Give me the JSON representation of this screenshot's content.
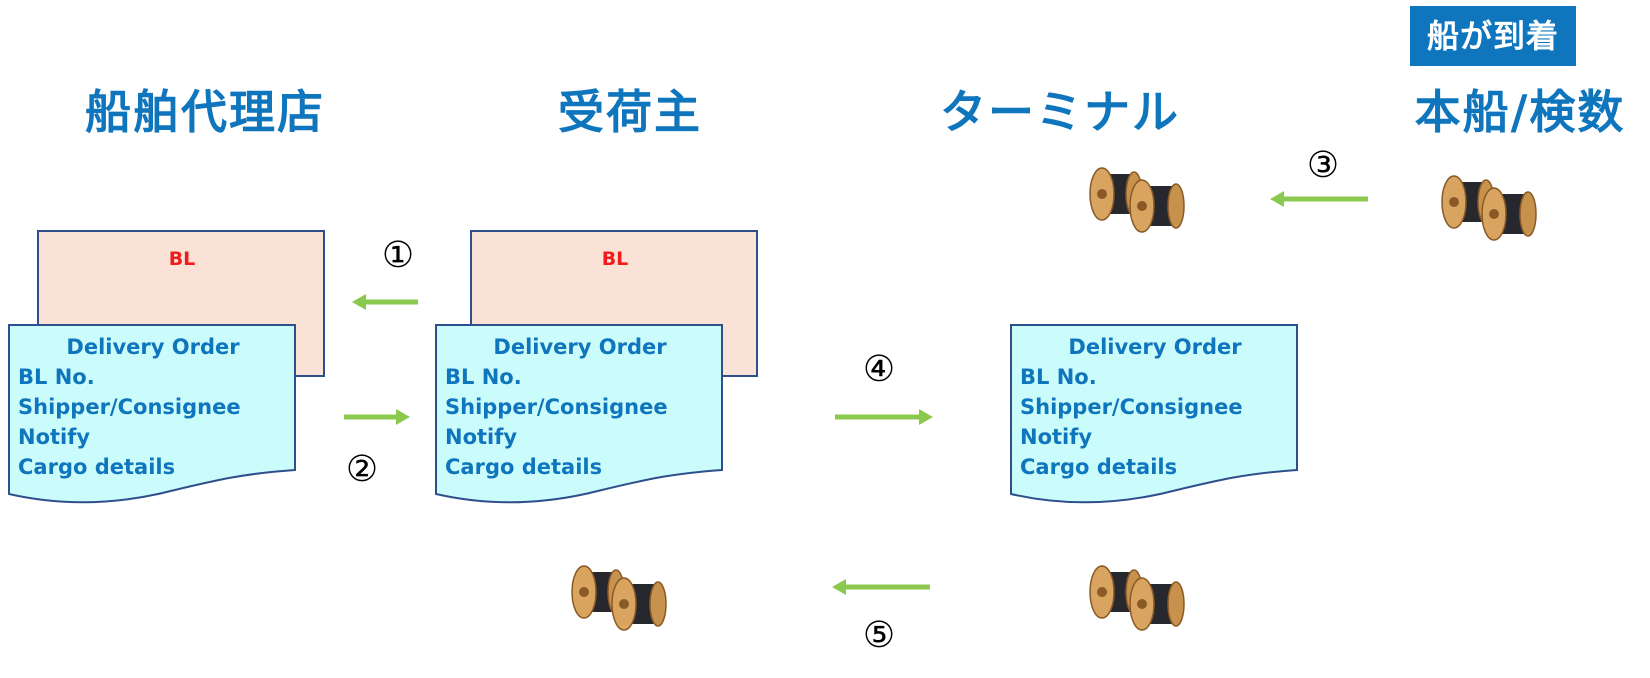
{
  "headers": {
    "agent": "船舶代理店",
    "consignee": "受荷主",
    "terminal": "ターミナル",
    "vessel": "本船/検数"
  },
  "arrival_badge": "船が到着",
  "bl_label": "BL",
  "delivery_order": {
    "title": "Delivery Order",
    "lines": [
      "BL No.",
      "Shipper/Consignee",
      "Notify",
      "Cargo details"
    ]
  },
  "steps": [
    "①",
    "②",
    "③",
    "④",
    "⑤"
  ],
  "colors": {
    "heading": "#0f75bc",
    "bl_fill": "#fae3d6",
    "do_fill": "#cbfcfc",
    "doc_border": "#2f4f8c",
    "bl_text": "#ee1c1c",
    "arrow": "#8bc94e"
  },
  "icons": {
    "cargo": "cable-spool-icon",
    "arrow": "arrow-left-icon / arrow-right-icon"
  }
}
